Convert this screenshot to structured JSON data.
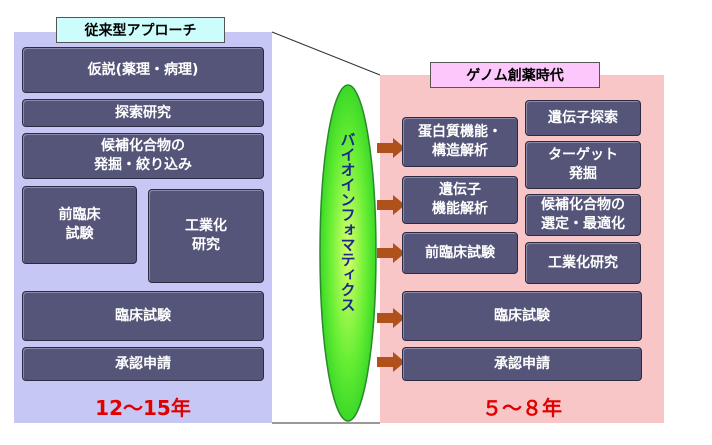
{
  "left": {
    "title": "従来型アプローチ",
    "boxes": {
      "hypothesis": "仮説(薬理・病理)",
      "exploration": "探索研究",
      "candidate_line1": "候補化合物の",
      "candidate_line2": "発掘・絞り込み",
      "preclinical_line1": "前臨床",
      "preclinical_line2": "試験",
      "industrial_line1": "工業化",
      "industrial_line2": "研究",
      "clinical": "臨床試験",
      "approval": "承認申請"
    },
    "years": "12～15年"
  },
  "center": {
    "label": "バイオインフォマティクス"
  },
  "right": {
    "title": "ゲノム創薬時代",
    "boxes": {
      "protein_line1": "蛋白質機能・",
      "protein_line2": "構造解析",
      "gene_search": "遺伝子探索",
      "target_line1": "ターゲット",
      "target_line2": "発掘",
      "gene_func_line1": "遺伝子",
      "gene_func_line2": "機能解析",
      "candidate_line1": "候補化合物の",
      "candidate_line2": "選定・最適化",
      "preclinical": "前臨床試験",
      "industrial": "工業化研究",
      "clinical": "臨床試験",
      "approval": "承認申請"
    },
    "years": "５～８年"
  },
  "colors": {
    "left_panel": "#c7c7f5",
    "right_panel": "#f8c6c6",
    "box": "#55557a",
    "ellipse": "#33dd33",
    "arrow": "#b0501a",
    "years": "#e00000"
  }
}
